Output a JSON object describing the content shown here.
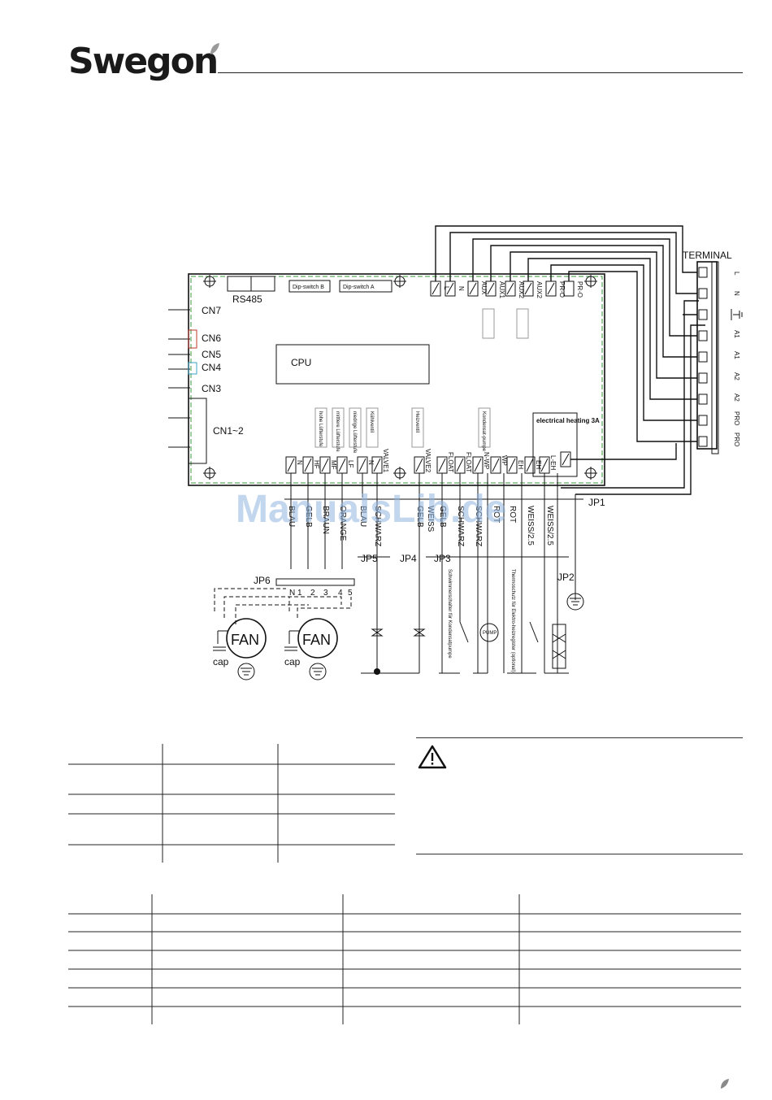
{
  "brand": {
    "logo_text": "Swegon"
  },
  "watermark": "ManualsLib.de",
  "diagram": {
    "terminal_title": "TERMINAL",
    "terminal_labels": [
      "L",
      "N",
      "",
      "A1",
      "A1",
      "A2",
      "A2",
      "PRO",
      "PRO"
    ],
    "board": {
      "rs485": "RS485",
      "dip_b": "Dip-switch B",
      "dip_a": "Dip-switch A",
      "cpu": "CPU",
      "connectors": [
        "CN7",
        "CN6",
        "CN5",
        "CN4",
        "CN3",
        "CN1~2"
      ],
      "top_terminals": [
        "L",
        "N",
        "AUX",
        "AUX1",
        "AUX2",
        "AUX2",
        "PR-O",
        "PR-O"
      ],
      "bottom_terminals": [
        "N",
        "HF",
        "MF",
        "LF",
        "N",
        "VALVE1",
        "VALVE2",
        "FLOAT",
        "FLOAT",
        "N-WP",
        "WP",
        "EH",
        "EH",
        "L-EH"
      ],
      "electric_heating": "electrical heating 3A",
      "vertical_notes": [
        "hohe Lüfterstufe",
        "mittlere Lüfterstufe",
        "niedrige Lüfterstufe",
        "Kühlventil",
        "Heizventil",
        "Kondensat-pumpe"
      ]
    },
    "wire_colors": [
      "BLAU",
      "GELB",
      "BRAUN",
      "ORANGE",
      "BLAU",
      "SCHWARZ",
      "GELB",
      "WEISS",
      "GELB",
      "SCHWARZ",
      "SCHWARZ",
      "ROT",
      "ROT",
      "WEISS/2.5",
      "WEISS/2.5"
    ],
    "jumpers": [
      "JP1",
      "JP2",
      "JP3",
      "JP4",
      "JP5",
      "JP6"
    ],
    "fan_label": "FAN",
    "cap_label": "cap",
    "pump_label": "PUMP",
    "fan_pins": [
      "N",
      "1",
      "2",
      "3",
      "4",
      "5"
    ],
    "notes": [
      "Schwimmerschalter für Kondensatpumpe",
      "Thermoschutz für Elektro-heizregister (optional)"
    ]
  }
}
